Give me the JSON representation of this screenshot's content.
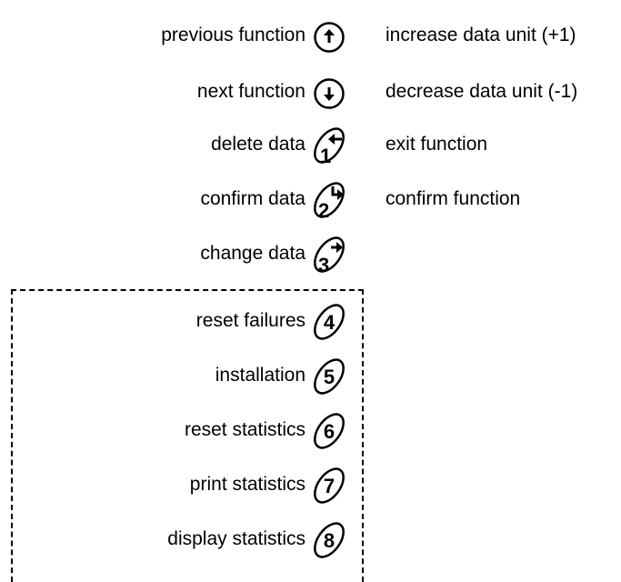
{
  "keys": [
    {
      "left": "previous function",
      "right": "increase data unit (+1)",
      "icon": "up-arrow-icon"
    },
    {
      "left": "next function",
      "right": "decrease data unit (-1)",
      "icon": "down-arrow-icon"
    },
    {
      "left": "delete data",
      "right": "exit function",
      "digit": "1",
      "icon": "left-arrow-icon"
    },
    {
      "left": "confirm data",
      "right": "confirm function",
      "digit": "2",
      "icon": "return-arrow-icon"
    },
    {
      "left": "change data",
      "digit": "3",
      "icon": "right-arrow-icon"
    },
    {
      "left": "reset failures",
      "digit": "4"
    },
    {
      "left": "installation",
      "digit": "5"
    },
    {
      "left": "reset statistics",
      "digit": "6"
    },
    {
      "left": "print statistics",
      "digit": "7"
    },
    {
      "left": "display statistics",
      "digit": "8"
    }
  ]
}
